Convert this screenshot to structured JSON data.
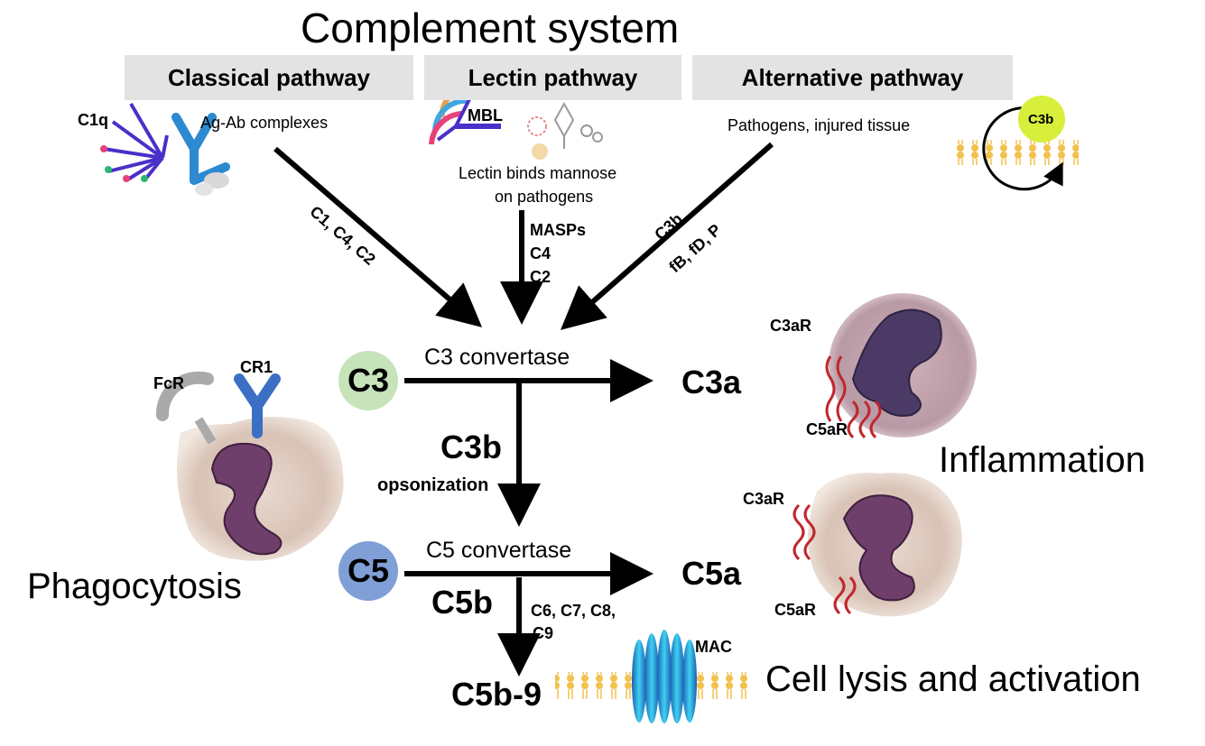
{
  "title": "Complement system",
  "pathways": {
    "classical": "Classical pathway",
    "lectin": "Lectin pathway",
    "alternative": "Alternative pathway"
  },
  "inputs": {
    "c1q": "C1q",
    "ag_ab": "Ag-Ab complexes",
    "mbl": "MBL",
    "lectin_desc_1": "Lectin binds mannose",
    "lectin_desc_2": "on pathogens",
    "pathogens": "Pathogens, injured tissue",
    "c3b_badge": "C3b"
  },
  "arrow_labels": {
    "classical": "C1, C4, C2",
    "lectin_1": "MASPs",
    "lectin_2": "C4",
    "lectin_3": "C2",
    "alternative_1": "C3b",
    "alternative_2": "fB, fD, P"
  },
  "nodes": {
    "c3": "C3",
    "c3_convertase": "C3 convertase",
    "c3a": "C3a",
    "c3b": "C3b",
    "opsonization": "opsonization",
    "c5": "C5",
    "c5_convertase": "C5 convertase",
    "c5a": "C5a",
    "c5b": "C5b",
    "c6_c9_1": "C6, C7, C8,",
    "c6_c9_2": "C9",
    "c5b9": "C5b-9",
    "mac": "MAC"
  },
  "receptors": {
    "fcr": "FcR",
    "cr1": "CR1",
    "c3ar_top": "C3aR",
    "c5ar_top": "C5aR",
    "c3ar_bottom": "C3aR",
    "c5ar_bottom": "C5aR"
  },
  "outcomes": {
    "phagocytosis": "Phagocytosis",
    "inflammation": "Inflammation",
    "lysis": "Cell lysis and activation"
  },
  "colors": {
    "c3_circle": "#c7e3b9",
    "c5_circle": "#7f9fd6",
    "c3b_badge": "#d7ef3a",
    "header_bg": "#e3e3e3",
    "receptor_red": "#c0272d",
    "cr1_blue": "#3b6fc4",
    "membrane": "#f2c14e"
  }
}
